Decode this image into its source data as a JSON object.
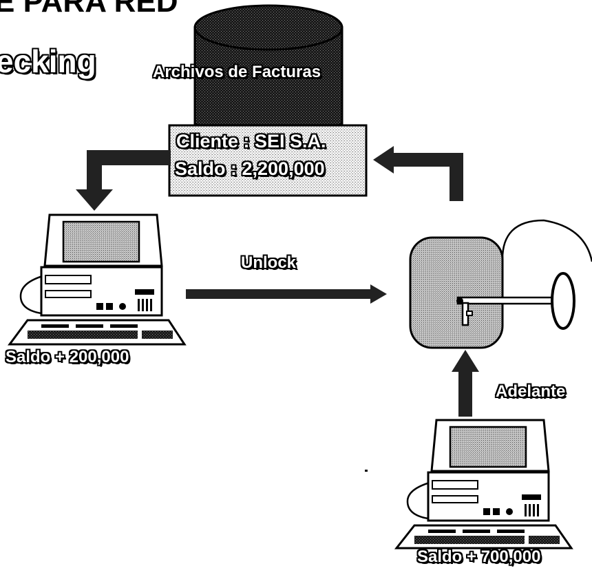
{
  "heading_top": "E PARA RED",
  "heading_side": "ecking",
  "database": {
    "label": "Archivos de Facturas",
    "icon": "database-cylinder-icon"
  },
  "record": {
    "client_line": "Cliente : SEI S.A.",
    "balance_line": "Saldo : 2,200,000"
  },
  "terminal_left": {
    "icon": "desktop-computer-icon",
    "label": "Saldo + 200,000"
  },
  "terminal_right": {
    "icon": "desktop-computer-icon",
    "label": "Saldo + 700,000"
  },
  "lock": {
    "icon": "padlock-icon",
    "key_icon": "key-icon"
  },
  "arrows": {
    "unlock": "Unlock",
    "proceed": "Adelante"
  },
  "colors": {
    "ink": "#000000",
    "fill_light": "#e4e4e4",
    "fill_dark": "#2a2a2a"
  }
}
